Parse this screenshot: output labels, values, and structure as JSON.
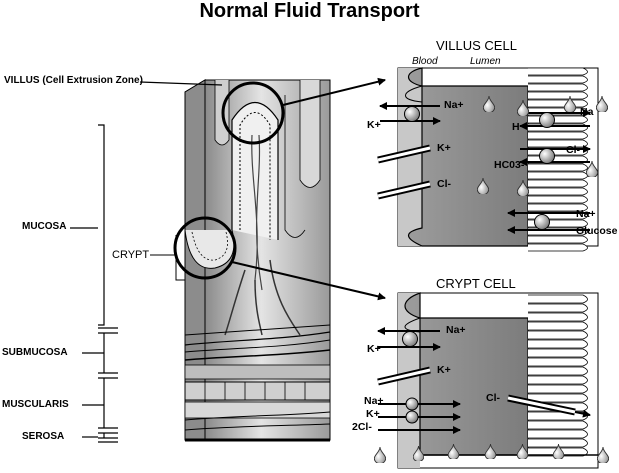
{
  "title": "Normal Fluid Transport",
  "left_labels": {
    "villus": "VILLUS (Cell Extrusion Zone)",
    "mucosa": "MUCOSA",
    "crypt": "CRYPT",
    "submucosa": "SUBMUCOSA",
    "muscularis": "MUSCULARIS",
    "serosa": "SEROSA"
  },
  "villus_cell": {
    "header": "VILLUS CELL",
    "blood": "Blood",
    "lumen": "Lumen",
    "ions": {
      "na_in": "Na+",
      "k_in": "K+",
      "k_channel": "K+",
      "cl_basal": "Cl-",
      "na_apical": "Na",
      "h": "H",
      "cl_apical": "Cl-",
      "hco3": "HC03-",
      "na_glucose": "Na+",
      "glucose": "Glucose"
    }
  },
  "crypt_cell": {
    "header": "CRYPT CELL",
    "ions": {
      "na_pump": "Na+",
      "k_pump": "K+",
      "k_channel": "K+",
      "na_cotrans": "Na+",
      "k_cotrans": "K+",
      "cl2_cotrans": "2Cl-",
      "cl_apical": "Cl-"
    }
  }
}
